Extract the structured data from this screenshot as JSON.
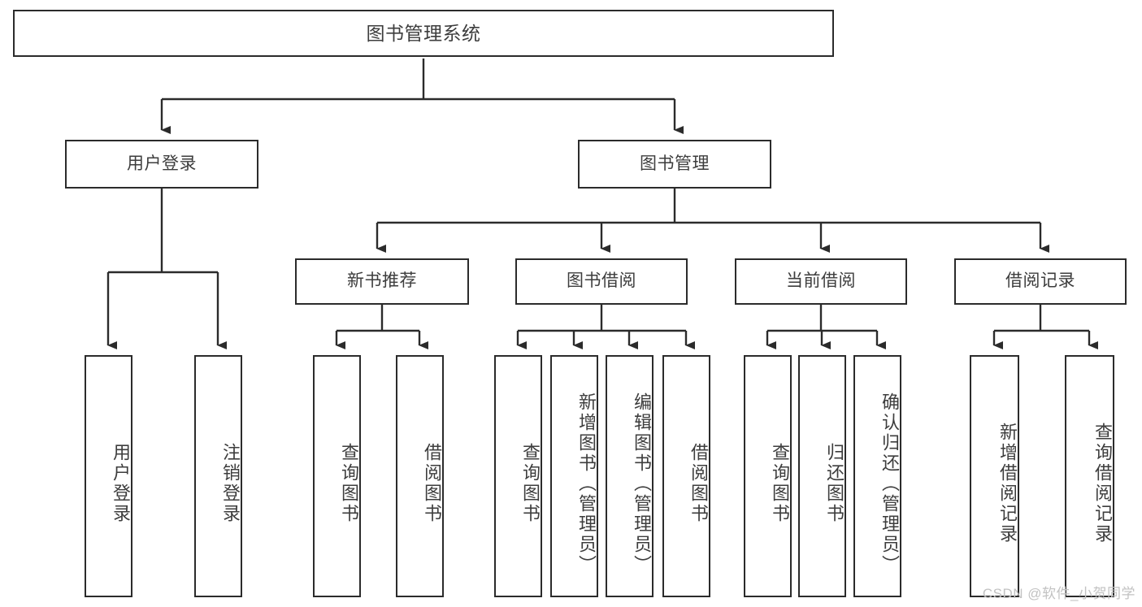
{
  "diagram": {
    "type": "tree-hierarchy",
    "title": "图书管理系统",
    "colors": {
      "box_border": "#2b2b2b",
      "box_fill": "#ffffff",
      "text": "#3d3d3d",
      "connector": "#2b2b2b",
      "watermark": "#c2c2c2",
      "background": "#ffffff"
    },
    "root": {
      "label": "图书管理系统"
    },
    "level2": [
      {
        "label": "用户登录"
      },
      {
        "label": "图书管理"
      }
    ],
    "level3": [
      {
        "label": "新书推荐"
      },
      {
        "label": "图书借阅"
      },
      {
        "label": "当前借阅"
      },
      {
        "label": "借阅记录"
      }
    ],
    "leaves": {
      "user_login": [
        {
          "label": "用户登录"
        },
        {
          "label": "注销登录"
        }
      ],
      "new_book_recommend": [
        {
          "label": "查询图书"
        },
        {
          "label": "借阅图书"
        }
      ],
      "book_borrow": [
        {
          "label": "查询图书"
        },
        {
          "label": "新增图书（管理员）"
        },
        {
          "label": "编辑图书（管理员）"
        },
        {
          "label": "借阅图书"
        }
      ],
      "current_borrow": [
        {
          "label": "查询图书"
        },
        {
          "label": "归还图书"
        },
        {
          "label": "确认归还（管理员）"
        }
      ],
      "borrow_record": [
        {
          "label": "新增借阅记录"
        },
        {
          "label": "查询借阅记录"
        }
      ]
    }
  },
  "watermark": {
    "text": "CSDN @软件_小贺同学"
  }
}
